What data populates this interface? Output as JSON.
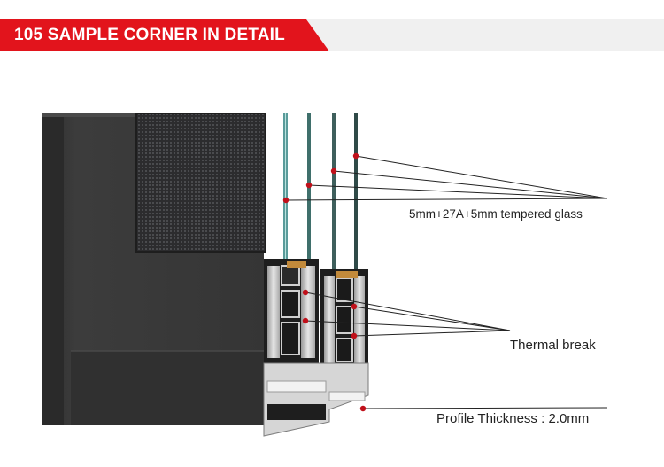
{
  "header": {
    "title": "105 SAMPLE CORNER IN DETAIL"
  },
  "callouts": {
    "glass": "5mm+27A+5mm tempered glass",
    "thermal_break": "Thermal break",
    "profile_thickness": "Profile Thickness : 2.0mm"
  },
  "colors": {
    "header_red": "#e2141c",
    "header_gray": "#f0f0f0",
    "frame_dark": "#3a3a3a",
    "marker_red": "#c0101a",
    "leader_line": "#222222"
  }
}
